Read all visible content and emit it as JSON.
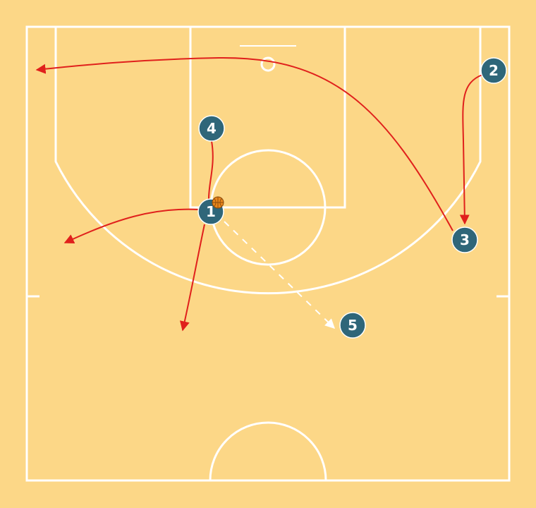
{
  "colors": {
    "court": "#fcd787",
    "lines": "#ffffff",
    "player_fill": "#2f6679",
    "player_stroke": "#ffffff",
    "cut_arrow": "#e0201c",
    "pass_arrow": "#ffffff",
    "ball": "#e8861c"
  },
  "players": [
    {
      "id": "p1",
      "label": "1",
      "has_ball": true
    },
    {
      "id": "p2",
      "label": "2"
    },
    {
      "id": "p3",
      "label": "3"
    },
    {
      "id": "p4",
      "label": "4"
    },
    {
      "id": "p5",
      "label": "5"
    }
  ],
  "actions": [
    {
      "type": "cut",
      "from": "3",
      "to": "left-corner"
    },
    {
      "type": "cut",
      "from": "2",
      "to": "right-wing"
    },
    {
      "type": "cut",
      "from": "4",
      "to": "high-post"
    },
    {
      "type": "dribble",
      "from": "1",
      "to": "left-wing"
    },
    {
      "type": "cut",
      "from": "1",
      "to": "top-left"
    },
    {
      "type": "pass",
      "from": "1",
      "to": "5"
    }
  ]
}
